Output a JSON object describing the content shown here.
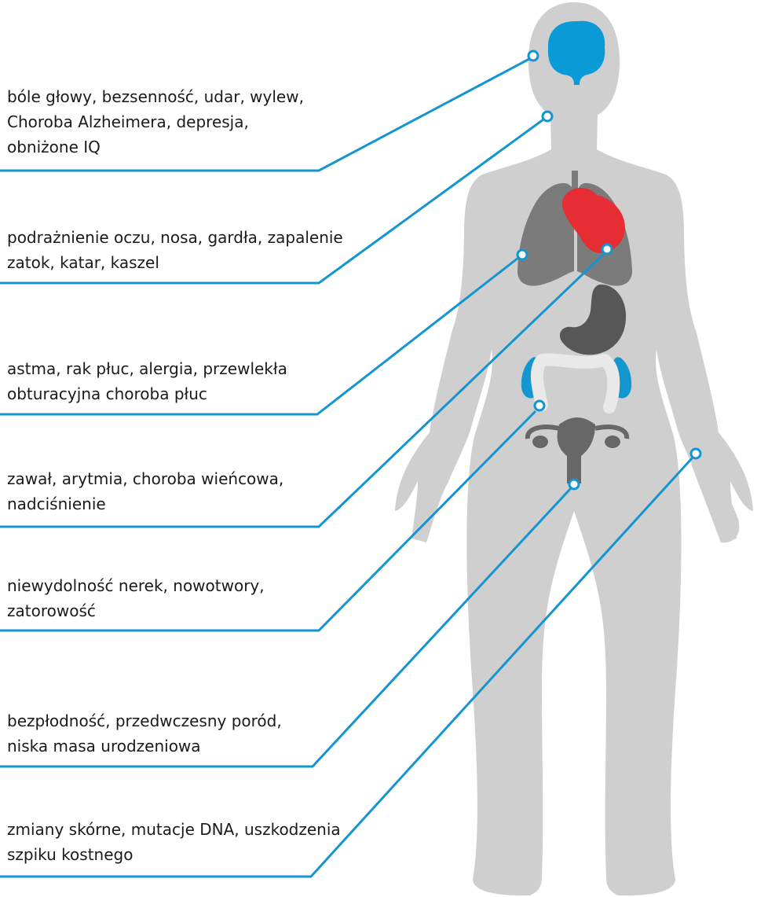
{
  "colors": {
    "silhouette": "#cfcfcf",
    "connector": "#1495d1",
    "brain": "#0b9ad8",
    "heart": "#e52d33",
    "lungs": "#7b7b7b",
    "stomach": "#575757",
    "intestine": "#e9e9e9",
    "kidneys": "#1496d0",
    "uterus": "#676767",
    "text": "#1a1a1a"
  },
  "callouts": [
    {
      "id": "brain",
      "text": "bóle głowy, bezsenność, udar, wylew,\nChoroba Alzheimera, depresja,\nobniżone IQ"
    },
    {
      "id": "throat",
      "text": "podrażnienie oczu, nosa, gardła, zapalenie\nzatok, katar, kaszel"
    },
    {
      "id": "lungs",
      "text": "astma, rak płuc, alergia, przewlekła\nobturacyjna choroba płuc"
    },
    {
      "id": "heart",
      "text": "zawał, arytmia, choroba wieńcowa,\nnadciśnienie"
    },
    {
      "id": "kidneys",
      "text": "niewydolność nerek, nowotwory,\nzatorowość"
    },
    {
      "id": "uterus",
      "text": "bezpłodność, przedwczesny poród,\nniska masa urodzeniowa"
    },
    {
      "id": "skin",
      "text": "zmiany skórne, mutacje DNA, uszkodzenia\nszpiku kostnego"
    }
  ]
}
